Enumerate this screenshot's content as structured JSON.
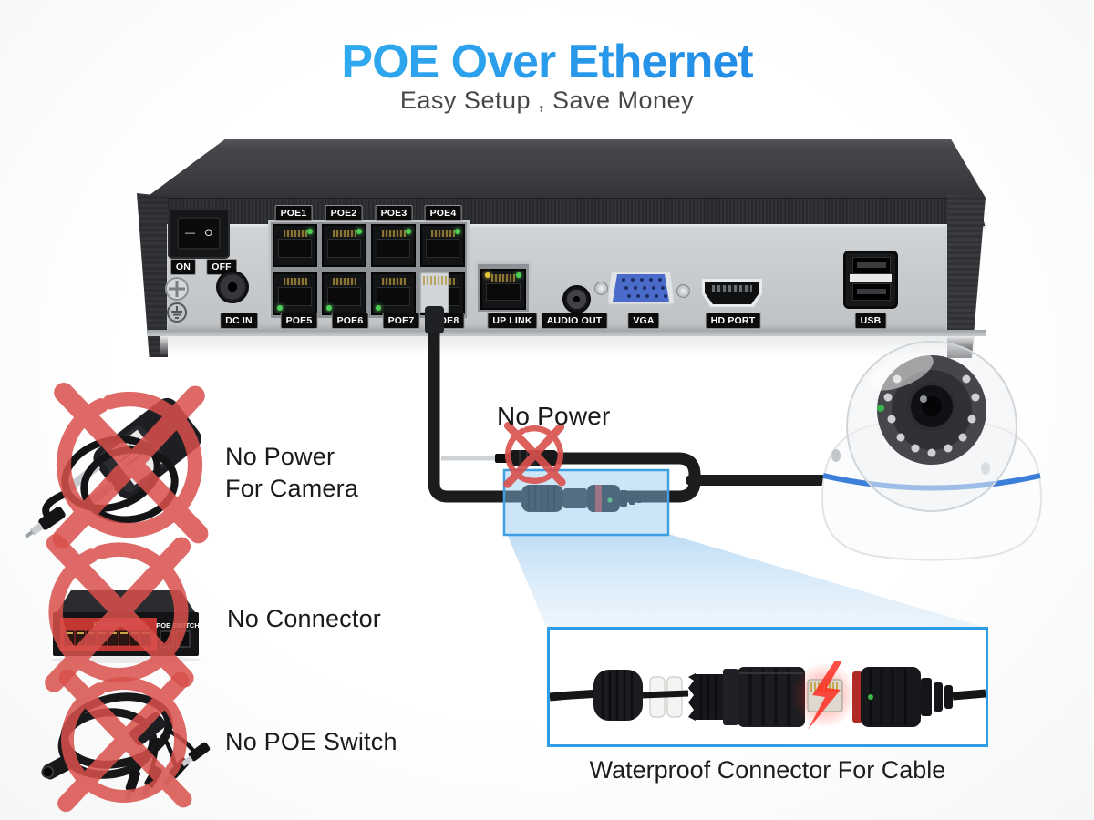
{
  "title": {
    "heading": "POE Over Ethernet",
    "subheading": "Easy Setup , Save Money"
  },
  "nvr": {
    "labels": {
      "on": "ON",
      "off": "OFF",
      "dc_in": "DC IN",
      "poe_top": [
        "POE1",
        "POE2",
        "POE3",
        "POE4"
      ],
      "poe_bottom": [
        "POE5",
        "POE6",
        "POE7",
        "POE8"
      ],
      "uplink": "UP LINK",
      "audio_out": "AUDIO OUT",
      "vga": "VGA",
      "hd_port": "HD PORT",
      "usb": "USB"
    },
    "switch_marks": {
      "line": "—",
      "circle": "O"
    }
  },
  "callouts": {
    "no_power_inline": "No Power",
    "adapter_line1": "No Power",
    "adapter_line2": "For Camera",
    "switch_label": "No Connector",
    "splitter_label": "No POE Switch",
    "bottom_caption": "Waterproof Connector For Cable"
  },
  "poe_switch_device": {
    "name_text": "POE SWITCH",
    "panel_text": "POE Ports"
  },
  "icons": {
    "x_mark": "no-cross-icon",
    "screw": "screw-icon",
    "ground": "ground-icon"
  },
  "colors": {
    "title_blue_start": "#38bef5",
    "title_blue_end": "#1a78e0",
    "x_red": "#d9504c",
    "highlight_box_blue": "#3f9fe0",
    "beam_blue": "#a9d2f1",
    "detail_border_blue": "#2f9ce6",
    "camera_stripe_blue": "#3b7fd8",
    "led_green": "#4ecf55",
    "led_yellow": "#e5c637",
    "switch_red": "#c23732",
    "vga_blue": "#4a6bca"
  }
}
